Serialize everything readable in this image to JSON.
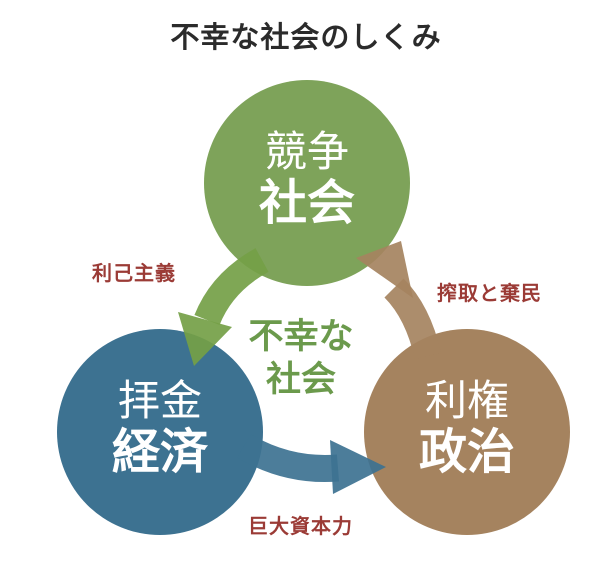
{
  "title": "不幸な社会のしくみ",
  "nodes": {
    "society": {
      "line1": "競争",
      "line2": "社会",
      "color": "#7ea35a"
    },
    "economy": {
      "line1": "拝金",
      "line2": "経済",
      "color": "#3d7291"
    },
    "politics": {
      "line1": "利権",
      "line2": "政治",
      "color": "#a5835f"
    }
  },
  "arrows": {
    "society_to_economy": {
      "label": "利己主義",
      "color": "#74a046"
    },
    "economy_to_politics": {
      "label": "巨大資本力",
      "color": "#3d7291"
    },
    "politics_to_society": {
      "label": "搾取と棄民",
      "color": "#a5835f"
    }
  },
  "center": {
    "line1": "不幸な",
    "line2": "社会"
  },
  "colors": {
    "label_text": "#9b3b36",
    "center_text": "#6b9a4c",
    "title_text": "#2b2b2b"
  }
}
